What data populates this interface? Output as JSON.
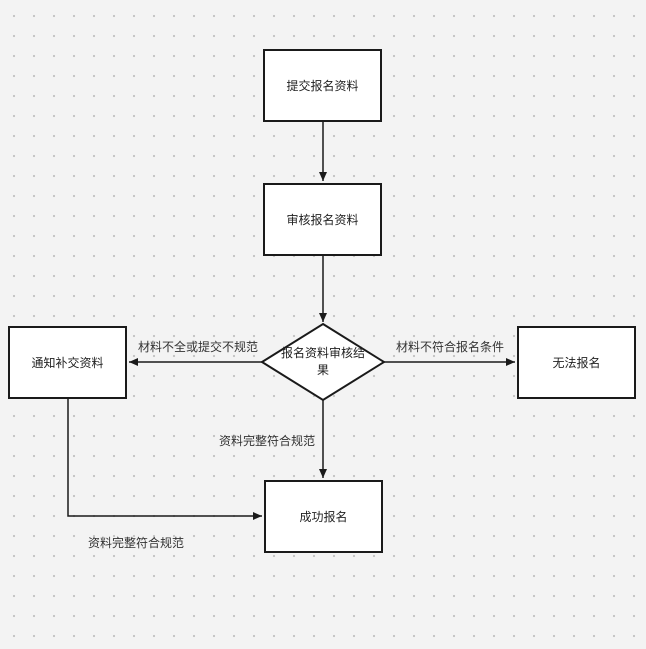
{
  "nodes": {
    "submit": "提交报名资料",
    "review": "审核报名资料",
    "decision": "报名资料审核结果",
    "notify": "通知补交资料",
    "reject": "无法报名",
    "success": "成功报名"
  },
  "edge_labels": {
    "incomplete": "材料不全或提交不规范",
    "ineligible": "材料不符合报名条件",
    "complete_down": "资料完整符合规范",
    "complete_loop": "资料完整符合规范"
  },
  "colors": {
    "background": "#f3f3f3",
    "grid_dot": "#c6c6c6",
    "stroke": "#1a1a1a",
    "node_fill": "#ffffff"
  }
}
